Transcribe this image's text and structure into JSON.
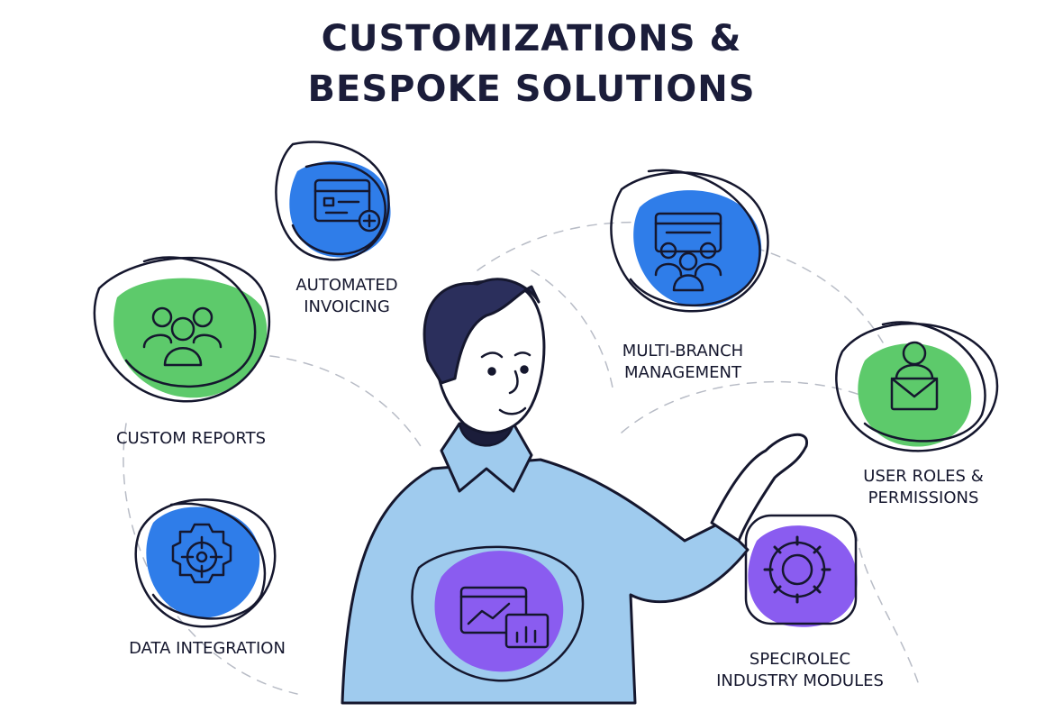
{
  "title": {
    "line1": "CUSTOMIZATIONS &",
    "line2": "BESPOKE SOLUTIONS"
  },
  "features": [
    {
      "line1": "AUTOMATED",
      "line2": "INVOICING",
      "icon": "invoice-window-plus-icon",
      "color": "#2f7de9"
    },
    {
      "line1": "CUSTOM REPORTS",
      "line2": "",
      "icon": "users-group-icon",
      "color": "#5dca6b"
    },
    {
      "line1": "DATA INTEGRATION",
      "line2": "",
      "icon": "gear-target-icon",
      "color": "#2f7de9"
    },
    {
      "line1": "MULTI-BRANCH",
      "line2": "MANAGEMENT",
      "icon": "window-users-icon",
      "color": "#2f7de9"
    },
    {
      "line1": "USER ROLES &",
      "line2": "PERMISSIONS",
      "icon": "user-envelope-icon",
      "color": "#5dca6b"
    },
    {
      "line1": "SPECIROLEC",
      "line2": "INDUSTRY MODULES",
      "icon": "gear-icon",
      "color": "#8a5cf0"
    }
  ],
  "center_icon": {
    "icon": "analytics-chart-icon",
    "color": "#8a5cf0"
  }
}
